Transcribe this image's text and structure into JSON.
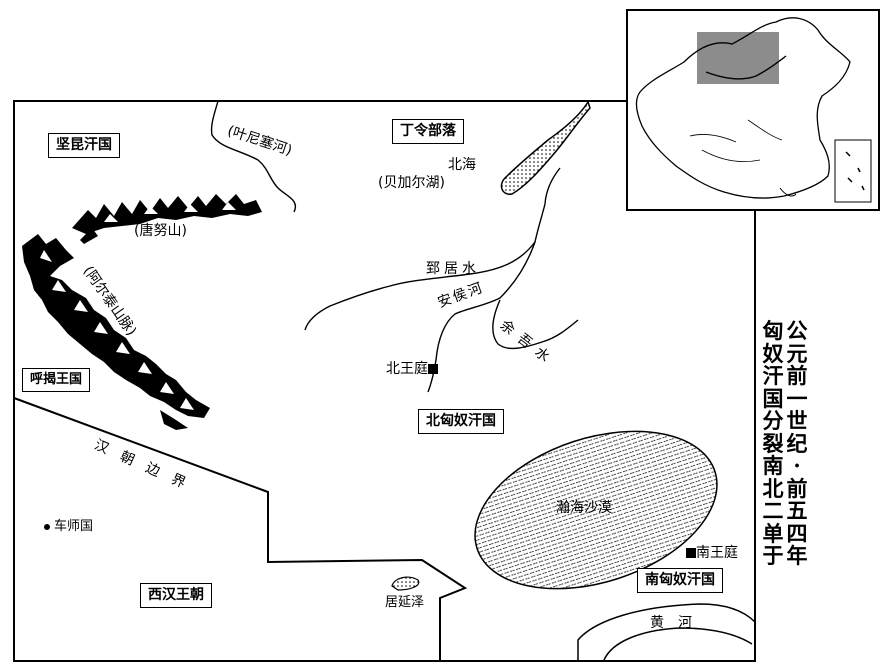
{
  "title": {
    "line1": "公元前一世纪·前五四年",
    "line2": "匈奴汗国分裂南北二单于"
  },
  "regions": {
    "jiankun": "坚昆汗国",
    "dingling": "丁令部落",
    "hujie": "呼揭王国",
    "north_xiongnu": "北匈奴汗国",
    "south_xiongnu": "南匈奴汗国",
    "western_han": "西汉王朝"
  },
  "features": {
    "yenisei": "(叶尼塞河)",
    "tangnu": "(唐努山)",
    "altai": "(阿尔泰山脉)",
    "beihai": "北海",
    "baikal": "(贝加尔湖)",
    "zhiju": "郅居水",
    "anhou": "安侯河",
    "yuwu": "余吾水",
    "hanhai": "瀚海沙漠",
    "han_border": "汉朝边界",
    "juyanze": "居延泽",
    "yellow_river": "黄　河"
  },
  "places": {
    "north_court": "北王庭",
    "south_court": "南王庭",
    "cheshi": "车师国"
  },
  "colors": {
    "ink": "#000000",
    "paper": "#ffffff",
    "inset_highlight": "#8c8c8c"
  }
}
